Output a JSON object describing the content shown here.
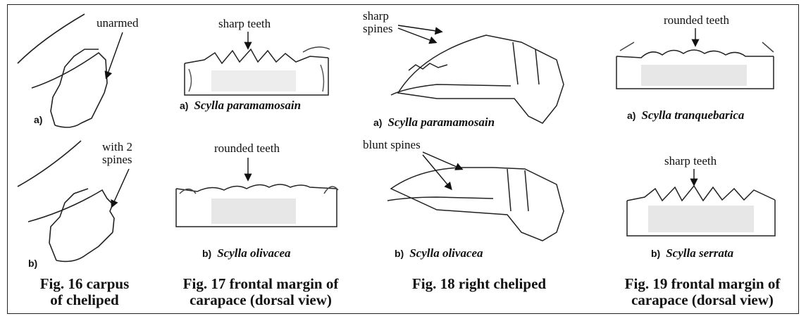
{
  "fig16": {
    "ann_a": "unarmed",
    "ann_b_line1": "with 2",
    "ann_b_line2": "spines",
    "label_a": "a)",
    "label_b": "b)",
    "caption_line1": "Fig. 16  carpus",
    "caption_line2": "of cheliped"
  },
  "fig17": {
    "ann_a": "sharp teeth",
    "ann_b": "rounded teeth",
    "sub_a_tag": "a)",
    "sub_a_species": "Scylla paramamosain",
    "sub_b_tag": "b)",
    "sub_b_species": "Scylla olivacea",
    "caption_line1": "Fig. 17  frontal margin of",
    "caption_line2": "carapace (dorsal view)"
  },
  "fig18": {
    "ann_a_line1": "sharp",
    "ann_a_line2": "spines",
    "ann_b": "blunt spines",
    "sub_a_tag": "a)",
    "sub_a_species": "Scylla paramamosain",
    "sub_b_tag": "b)",
    "sub_b_species": "Scylla olivacea",
    "caption_line1": "Fig. 18  right cheliped"
  },
  "fig19": {
    "ann_a": "rounded teeth",
    "ann_b": "sharp teeth",
    "sub_a_tag": "a)",
    "sub_a_species": "Scylla tranquebarica",
    "sub_b_tag": "b)",
    "sub_b_species": "Scylla serrata",
    "caption_line1": "Fig. 19  frontal margin of",
    "caption_line2": "carapace (dorsal view)"
  }
}
